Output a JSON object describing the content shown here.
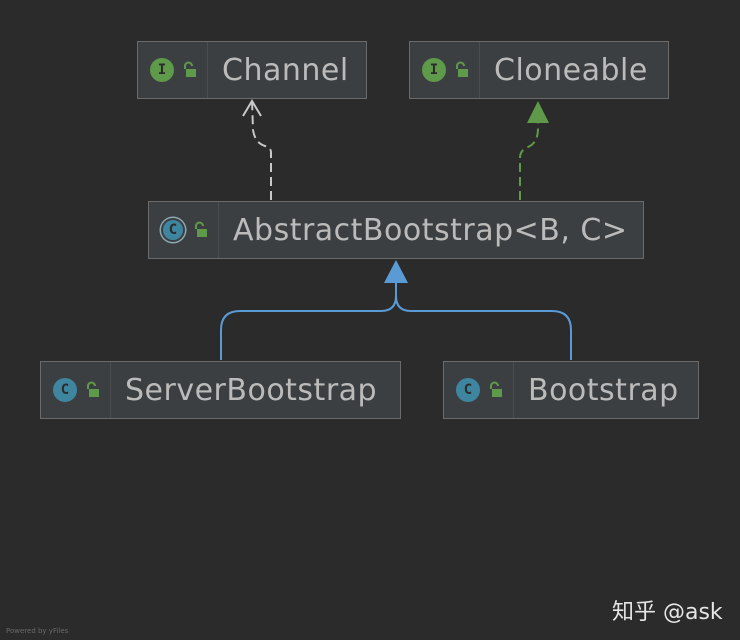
{
  "nodes": {
    "channel": {
      "name": "Channel",
      "kind_letter": "I",
      "kind": "interface"
    },
    "cloneable": {
      "name": "Cloneable",
      "kind_letter": "I",
      "kind": "interface"
    },
    "abstract_bootstrap": {
      "name": "AbstractBootstrap<B, C>",
      "kind_letter": "C",
      "kind": "abstract-class"
    },
    "server_bootstrap": {
      "name": "ServerBootstrap",
      "kind_letter": "C",
      "kind": "class"
    },
    "bootstrap": {
      "name": "Bootstrap",
      "kind_letter": "C",
      "kind": "class"
    }
  },
  "edges": [
    {
      "from": "AbstractBootstrap<B, C>",
      "to": "Channel",
      "style": "dashed",
      "color": "#c8c8c8",
      "arrow": "open"
    },
    {
      "from": "AbstractBootstrap<B, C>",
      "to": "Cloneable",
      "style": "dashed",
      "color": "#5f9a4a",
      "arrow": "filled"
    },
    {
      "from": "ServerBootstrap",
      "to": "AbstractBootstrap<B, C>",
      "style": "solid",
      "color": "#5b9bd5",
      "arrow": "filled"
    },
    {
      "from": "Bootstrap",
      "to": "AbstractBootstrap<B, C>",
      "style": "solid",
      "color": "#5b9bd5",
      "arrow": "filled"
    }
  ],
  "colors": {
    "background": "#2b2b2b",
    "node_fill": "#3c3f41",
    "node_border": "#6b6b6b",
    "text": "#bbbbbb",
    "interface_icon": "#5f9a4a",
    "class_icon": "#3e86a0",
    "lock_icon": "#5f9a4a"
  },
  "icons": {
    "interface": "interface-icon",
    "class": "class-icon",
    "abstract_class": "abstract-class-icon",
    "visibility": "open-lock-icon"
  },
  "watermark": "知乎 @ask",
  "powered_by": "Powered by yFiles"
}
